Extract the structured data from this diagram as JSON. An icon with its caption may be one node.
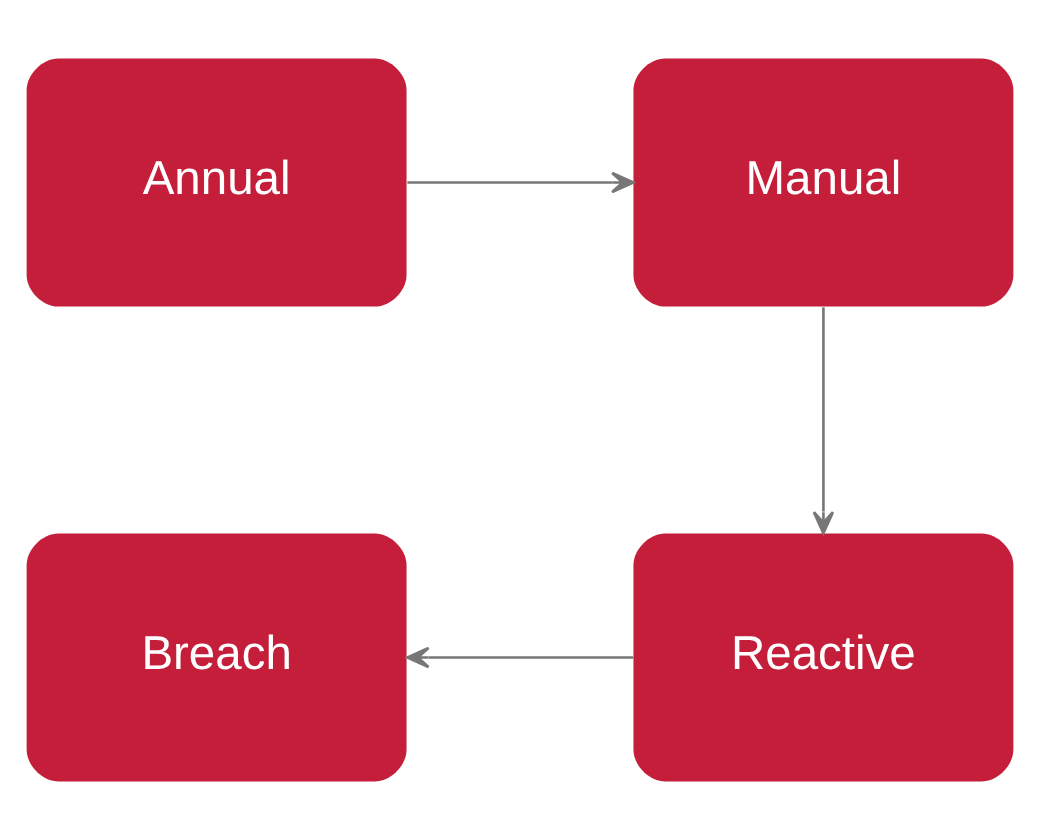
{
  "diagram": {
    "nodes": [
      {
        "text": [
          "Annual"
        ]
      },
      {
        "text": [
          "Manual"
        ]
      },
      {
        "text": [
          "Reactive"
        ]
      },
      {
        "text": [
          "Breach"
        ]
      }
    ],
    "edges": [
      {
        "from": 0,
        "to": 1,
        "arrow": "to"
      },
      {
        "from": 1,
        "to": 2,
        "arrow": "to"
      },
      {
        "from": 2,
        "to": 3,
        "arrow": "to"
      }
    ]
  }
}
